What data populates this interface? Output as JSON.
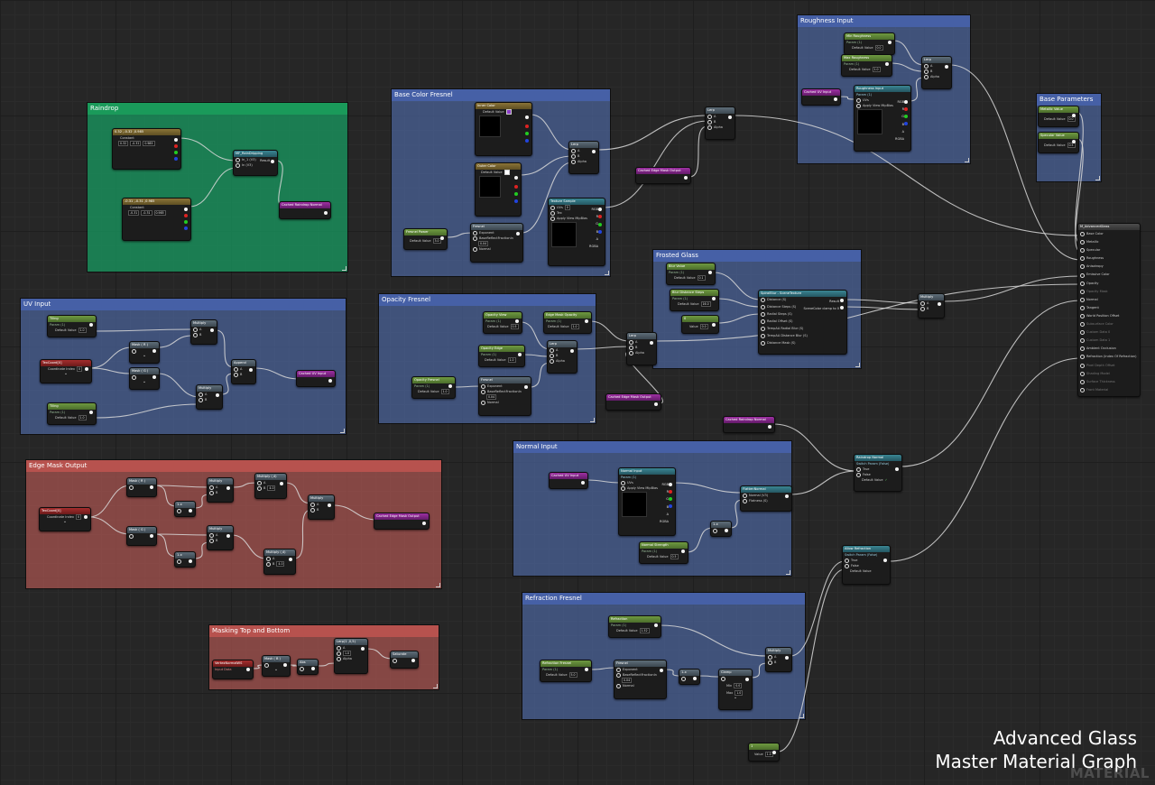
{
  "comments": {
    "raindrop": "Raindrop",
    "uv_input": "UV Input",
    "edge_mask": "Edge Mask Output",
    "masking": "Masking Top and Bottom",
    "base_color_fresnel": "Base Color Fresnel",
    "opacity_fresnel": "Opacity Fresnel",
    "frosted_glass": "Frosted Glass",
    "normal_input": "Normal Input",
    "refraction_fresnel": "Refraction Fresnel",
    "roughness_input": "Roughness Input",
    "base_parameters": "Base Parameters"
  },
  "nodes": {
    "rd_const1": {
      "title": "0.32 ,-0.32 ,0.985",
      "sub": "Constant",
      "v1": "0.32",
      "v2": "-0.32",
      "v3": "0.985"
    },
    "rd_const2": {
      "title": "-0.31 ,-0.31 ,0.985",
      "sub": "Constant",
      "v1": "-0.31",
      "v2": "-0.31",
      "v3": "0.985"
    },
    "rd_main": {
      "title": "MF_RainDripping",
      "p1": "In_1 (V3)",
      "p2": "In (V3)",
      "out": "Result"
    },
    "rd_cached": {
      "title": "Cached Raindrop Normal"
    },
    "uv_tiling1": {
      "title": "Tiling",
      "sub": "Param (1)",
      "dv": "Default Value",
      "v": "1.0"
    },
    "uv_texcoord": {
      "title": "TexCoord[0]",
      "ci": "Coordinate Index",
      "civ": "0"
    },
    "uv_mask1": {
      "title": "Mask ( R )"
    },
    "uv_mask2": {
      "title": "Mask ( G )"
    },
    "uv_mult1": {
      "title": "Multiply"
    },
    "uv_mult2": {
      "title": "Multiply"
    },
    "uv_append": {
      "title": "Append"
    },
    "uv_tiling2": {
      "title": "Tiling",
      "sub": "Param (1)",
      "dv": "Default Value",
      "v": "1.0"
    },
    "uv_cached": {
      "title": "Cached UV Input"
    },
    "em_texcoord": {
      "title": "TexCoord[0]",
      "ci": "Coordinate Index",
      "civ": "0"
    },
    "em_mask1": {
      "title": "Mask ( R )"
    },
    "em_mask2": {
      "title": "Mask ( G )"
    },
    "em_oneminus1": {
      "title": "1-x"
    },
    "em_oneminus2": {
      "title": "1-x"
    },
    "em_mult1": {
      "title": "Multiply"
    },
    "em_mult2": {
      "title": "Multiply"
    },
    "em_mult3": {
      "title": "Multiply (,4)"
    },
    "em_mult4": {
      "title": "Multiply (,4)"
    },
    "em_mult5": {
      "title": "Multiply"
    },
    "em_cached": {
      "title": "Cached Edge Mask Output"
    },
    "mk_vertex": {
      "title": "VertexNormalWS",
      "sub": "Input Data"
    },
    "mk_mask": {
      "title": "Mask ( B )"
    },
    "mk_abs": {
      "title": "Abs"
    },
    "mk_lerp": {
      "title": "Lerp(1 ,0,5)",
      "a": "A",
      "b": "1.0",
      "alpha": "Alpha"
    },
    "mk_saturate": {
      "title": "Saturate"
    },
    "bc_inner": {
      "title": "Inner Color",
      "sub": "Param (1)",
      "dv": "Default Value"
    },
    "bc_outer": {
      "title": "Outer Color",
      "sub": "Param (1)",
      "dv": "Default Value"
    },
    "bc_fresnelpow": {
      "title": "Fresnel Power",
      "sub": "Param (1)",
      "dv": "Default Value",
      "v": "3.0"
    },
    "bc_fresnel": {
      "title": "Fresnel",
      "p1": "Exponent",
      "p2": "BaseReflectFractionIn",
      "v": "0.04",
      "p3": "Normal"
    },
    "bc_lerp": {
      "title": "Lerp",
      "a": "A",
      "b": "B",
      "alpha": "Alpha"
    },
    "bc_tex": {
      "title": "Texture Sample",
      "uvs": "UVs",
      "tex": "Tex",
      "apply": "Apply View MipBias",
      "rgb": "RGB",
      "r": "R",
      "g": "G",
      "b": "B",
      "a": "A",
      "rgba": "RGBA"
    },
    "bc_lerp2": {
      "title": "Lerp",
      "a": "A",
      "b": "B",
      "alpha": "Alpha"
    },
    "bc_cached": {
      "title": "Cached Edge Mask Output"
    },
    "op_opview": {
      "title": "Opacity View",
      "sub": "Param (1)",
      "dv": "Default Value",
      "v": "0.5"
    },
    "op_edge": {
      "title": "Edge Mask Opacity",
      "sub": "Param (1)",
      "dv": "Default Value",
      "v": "1.0"
    },
    "op_opacity": {
      "title": "Opacity Edge",
      "sub": "Param (1)",
      "dv": "Default Value",
      "v": "1.0"
    },
    "op_fresnelpow": {
      "title": "Opacity Fresnel",
      "sub": "Param (1)",
      "dv": "Default Value",
      "v": "1.0"
    },
    "op_fresnel": {
      "title": "Fresnel",
      "p1": "Exponent",
      "p2": "BaseReflectFractionIn",
      "v": "0.04",
      "p3": "Normal"
    },
    "op_lerp": {
      "title": "Lerp",
      "a": "A",
      "b": "B",
      "alpha": "Alpha"
    },
    "op_lerp2": {
      "title": "Lerp",
      "a": "A",
      "b": "B",
      "alpha": "Alpha"
    },
    "op_cached": {
      "title": "Cached Edge Mask Output"
    },
    "fg_blur": {
      "title": "Blur Value",
      "sub": "Param (1)",
      "dv": "Default Value",
      "v": "0.1"
    },
    "fg_distance": {
      "title": "Blur Distance Steps",
      "sub": "Param (1)",
      "dv": "Default Value",
      "v": "16.0"
    },
    "fg_const": {
      "title": "0",
      "dv": "Value",
      "v": "0.0"
    },
    "fg_spiral": {
      "title": "SpiralBlur - SceneTexture",
      "pins": [
        "Distance (S)",
        "Distance Steps (S)",
        "Radial Steps (S)",
        "Radial Offset (S)",
        "TempAA Radial Blur (S)",
        "TempAA Distance Blur (S)",
        "Distance Mask (S)"
      ],
      "o1": "Result",
      "o2": "SceneColor clamp to 0"
    },
    "fg_multiply": {
      "title": "Multiply",
      "a": "A",
      "b": "B"
    },
    "ni_cached": {
      "title": "Cached UV Input"
    },
    "ni_normal": {
      "title": "Normal Input",
      "sub": "Param (1)",
      "uvs": "UVs",
      "apply": "Apply View MipBias",
      "rgb": "RGB",
      "r": "R",
      "g": "G",
      "b": "B",
      "a": "A",
      "rgba": "RGBA"
    },
    "ni_strength": {
      "title": "Normal Strength",
      "sub": "Param (1)",
      "dv": "Default Value",
      "v": "0.5"
    },
    "ni_flatten": {
      "title": "FlattenNormal",
      "p1": "Normal (V3)",
      "p2": "Flatness (S)"
    },
    "ni_oneminus": {
      "title": "1-x"
    },
    "rf_ref": {
      "title": "Refraction",
      "sub": "Param (1)",
      "dv": "Default Value",
      "v": "1.52"
    },
    "rf_fresnel_p": {
      "title": "Refraction Fresnel",
      "sub": "Param (1)",
      "dv": "Default Value",
      "v": "5.0"
    },
    "rf_fresnel": {
      "title": "Fresnel",
      "p1": "Exponent",
      "p2": "BaseReflectFractionIn",
      "v": "0.04",
      "p3": "Normal"
    },
    "rf_oneminus": {
      "title": "1-x"
    },
    "rf_clamp": {
      "title": "Clamp",
      "min": "Min",
      "minv": "0.0",
      "max": "Max",
      "maxv": "1.0"
    },
    "rf_multiply": {
      "title": "Multiply",
      "a": "A",
      "b": "B"
    },
    "rf_const": {
      "title": "1",
      "dv": "Value",
      "v": "1.0"
    },
    "ro_min": {
      "title": "Min Roughness",
      "sub": "Param (1)",
      "dv": "Default Value",
      "v": "0.0"
    },
    "ro_max": {
      "title": "Max Roughness",
      "sub": "Param (1)",
      "dv": "Default Value",
      "v": "1.0"
    },
    "ro_cached": {
      "title": "Cached UV Input"
    },
    "ro_tex": {
      "title": "Roughness Input",
      "sub": "Param (1)",
      "uvs": "UVs",
      "apply": "Apply View MipBias",
      "rgb": "RGB",
      "r": "R",
      "g": "G",
      "b": "B",
      "a": "A",
      "rgba": "RGBA"
    },
    "ro_lerp": {
      "title": "Lerp",
      "a": "A",
      "b": "B",
      "alpha": "Alpha"
    },
    "bp_metallic": {
      "title": "Metallic Value",
      "sub": "Param (1)",
      "dv": "Default Value",
      "v": "0.0"
    },
    "bp_specular": {
      "title": "Specular Value",
      "sub": "Param (1)",
      "dv": "Default Value",
      "v": "0.5"
    },
    "sw_raindrop": {
      "title": "Cached Raindrop Normal"
    },
    "sw_rn": {
      "title": "Raindrop Normal",
      "sub": "Switch Param (False)",
      "t": "True",
      "f": "False",
      "dv": "Default Value"
    },
    "sw_refr": {
      "title": "Allow Refraction",
      "sub": "Switch Param (False)",
      "t": "True",
      "f": "False",
      "dv": "Default Value"
    }
  },
  "result": {
    "title": "M_AdvancedGlass",
    "pins": [
      "Base Color",
      "Metallic",
      "Specular",
      "Roughness",
      "Anisotropy",
      "Emissive Color",
      "Opacity",
      "Opacity Mask",
      "Normal",
      "Tangent",
      "World Position Offset",
      "Subsurface Color",
      "Custom Data 0",
      "Custom Data 1",
      "Ambient Occlusion",
      "Refraction (Index Of Refraction)",
      "Pixel Depth Offset",
      "Shading Model",
      "Surface Thickness",
      "Front Material"
    ],
    "dim": [
      7,
      11,
      12,
      13,
      16,
      17,
      18,
      19
    ]
  },
  "overlay": {
    "line1": "Advanced Glass",
    "line2": "Master Material Graph",
    "brand": "MATERIAL"
  }
}
